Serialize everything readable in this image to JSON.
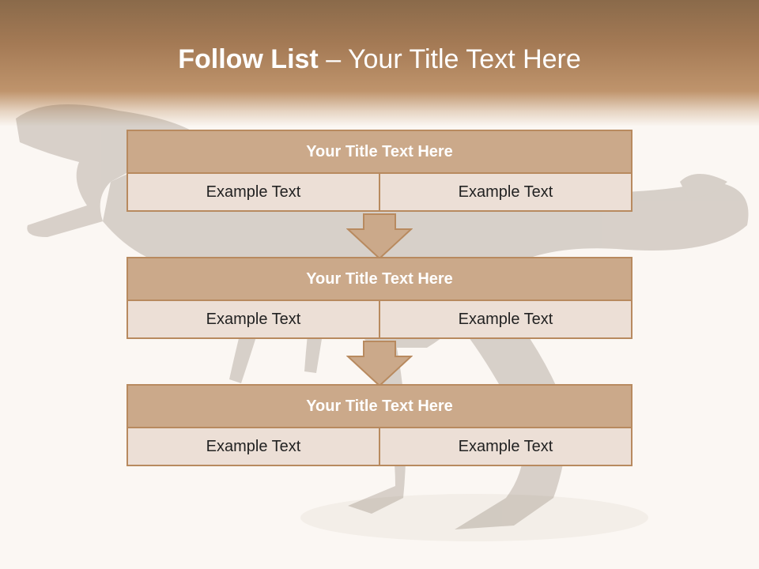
{
  "slide": {
    "title_bold": "Follow List",
    "title_rest": " – Your Title Text Here"
  },
  "blocks": [
    {
      "title": "Your Title Text Here",
      "cells": [
        "Example Text",
        "Example Text"
      ]
    },
    {
      "title": "Your Title Text Here",
      "cells": [
        "Example Text",
        "Example Text"
      ]
    },
    {
      "title": "Your Title Text Here",
      "cells": [
        "Example Text",
        "Example Text"
      ]
    }
  ],
  "colors": {
    "header_brown": "#a47a55",
    "box_title_fill": "#cba98a",
    "box_cell_fill": "#ecdfd6",
    "border": "#b88a5f"
  },
  "background_image": "dinosaur-silhouette"
}
